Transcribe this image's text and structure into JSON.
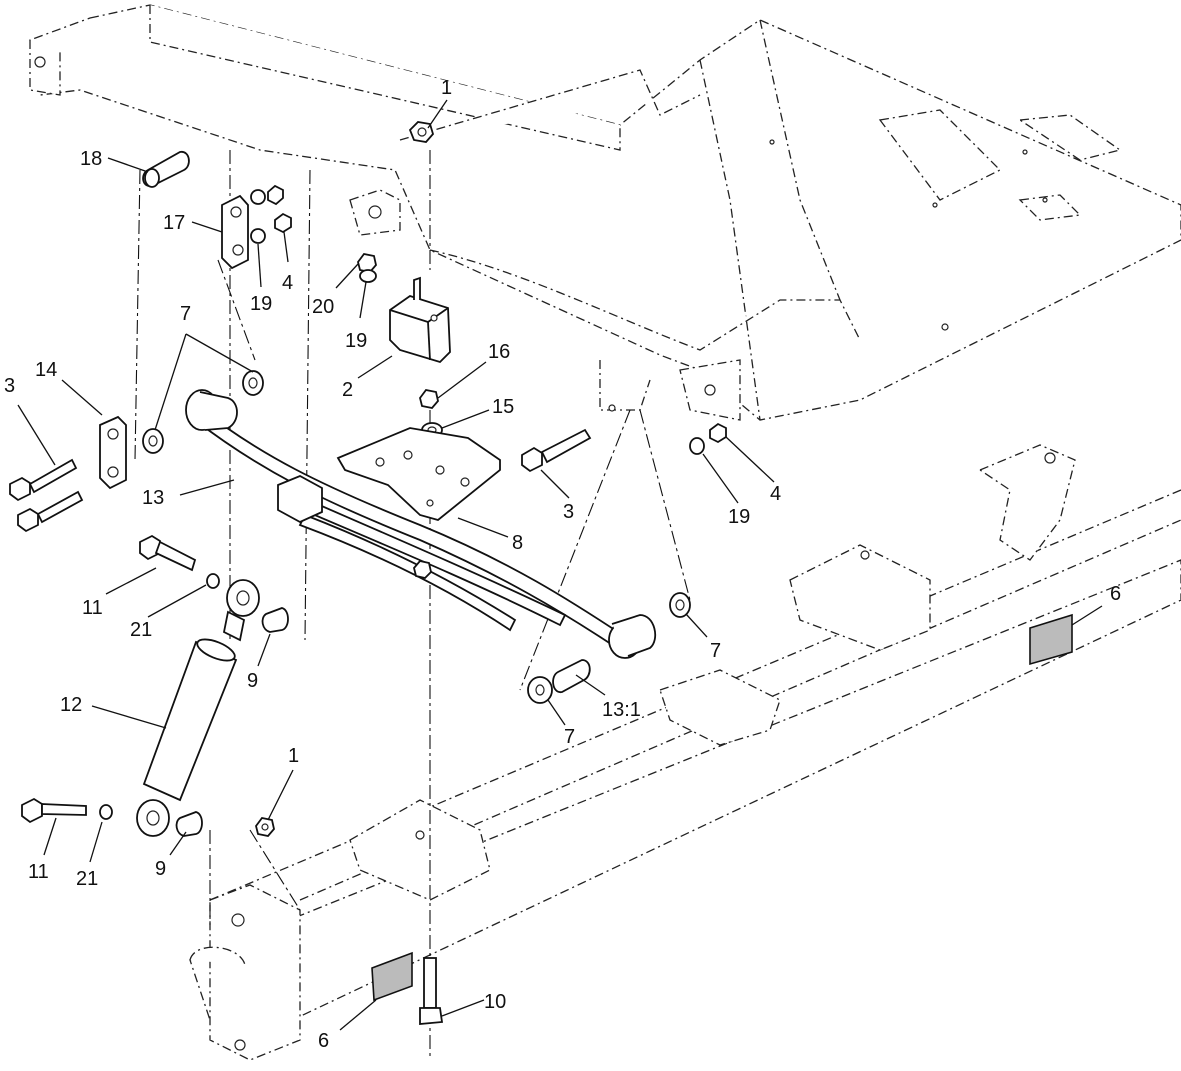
{
  "callouts": [
    {
      "id": "c1a",
      "label": "1"
    },
    {
      "id": "c18",
      "label": "18"
    },
    {
      "id": "c17",
      "label": "17"
    },
    {
      "id": "c4a",
      "label": "4"
    },
    {
      "id": "c19a",
      "label": "19"
    },
    {
      "id": "c20",
      "label": "20"
    },
    {
      "id": "c19b",
      "label": "19"
    },
    {
      "id": "c2",
      "label": "2"
    },
    {
      "id": "c7a",
      "label": "7"
    },
    {
      "id": "c16",
      "label": "16"
    },
    {
      "id": "c15",
      "label": "15"
    },
    {
      "id": "c3a",
      "label": "3"
    },
    {
      "id": "c14",
      "label": "14"
    },
    {
      "id": "c13",
      "label": "13"
    },
    {
      "id": "c3b",
      "label": "3"
    },
    {
      "id": "c4b",
      "label": "4"
    },
    {
      "id": "c19c",
      "label": "19"
    },
    {
      "id": "c8",
      "label": "8"
    },
    {
      "id": "c11a",
      "label": "11"
    },
    {
      "id": "c21a",
      "label": "21"
    },
    {
      "id": "c9a",
      "label": "9"
    },
    {
      "id": "c6a",
      "label": "6"
    },
    {
      "id": "c7b",
      "label": "7"
    },
    {
      "id": "c12",
      "label": "12"
    },
    {
      "id": "c131",
      "label": "13:1"
    },
    {
      "id": "c7c",
      "label": "7"
    },
    {
      "id": "c1b",
      "label": "1"
    },
    {
      "id": "c11b",
      "label": "11"
    },
    {
      "id": "c21b",
      "label": "21"
    },
    {
      "id": "c9b",
      "label": "9"
    },
    {
      "id": "c10",
      "label": "10"
    },
    {
      "id": "c6b",
      "label": "6"
    }
  ]
}
